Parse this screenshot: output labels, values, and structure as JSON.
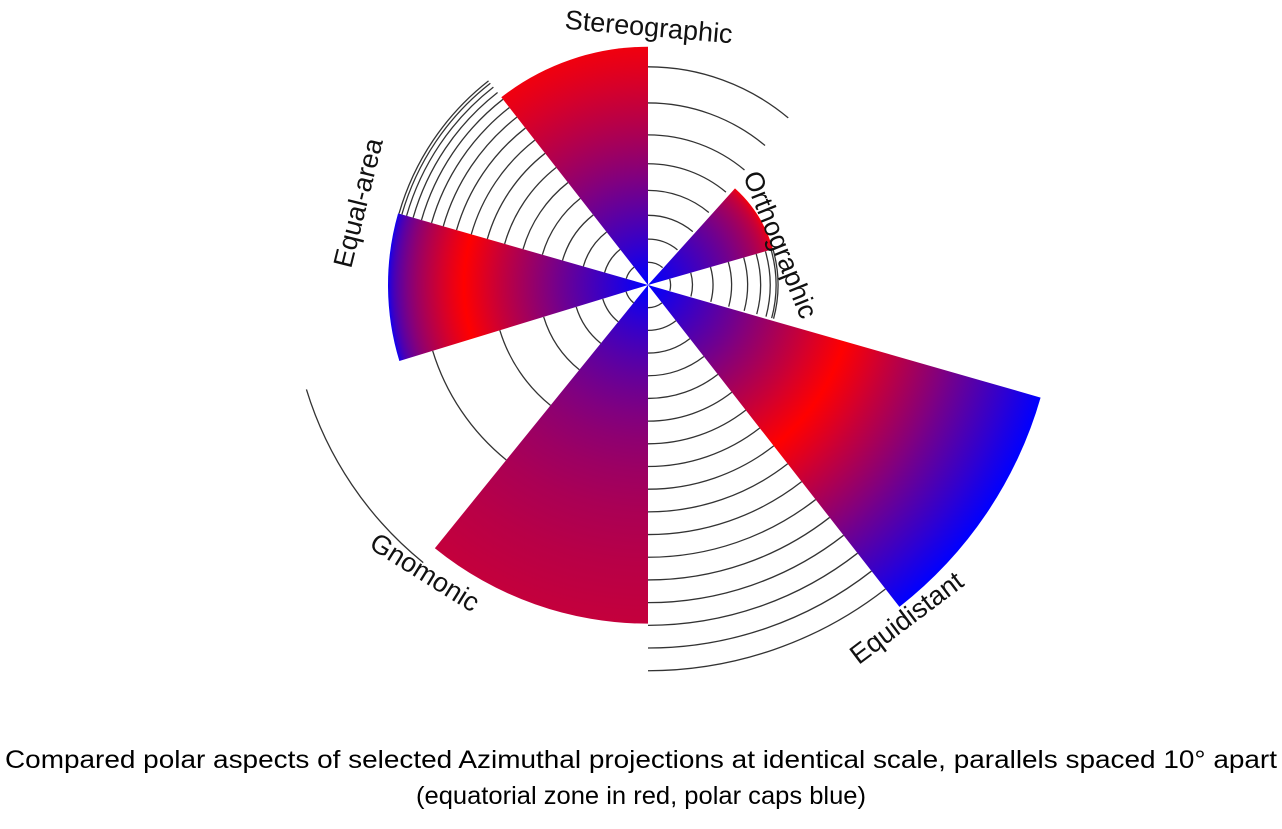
{
  "diagram": {
    "projections": [
      {
        "id": "stereographic",
        "label": "Stereographic"
      },
      {
        "id": "orthographic",
        "label": "Orthographic"
      },
      {
        "id": "equidistant",
        "label": "Equidistant"
      },
      {
        "id": "gnomonic",
        "label": "Gnomonic"
      },
      {
        "id": "equal-area",
        "label": "Equal-area"
      }
    ],
    "parallel_spacing_deg": 10,
    "colors": {
      "equatorial_zone": "#ff0000",
      "polar_caps": "#0000ff",
      "parallels": "#333333"
    }
  },
  "caption": {
    "line1": "Compared polar aspects of selected Azimuthal projections at identical scale, parallels spaced 10° apart",
    "line2": "(equatorial zone in red, polar caps blue)"
  }
}
